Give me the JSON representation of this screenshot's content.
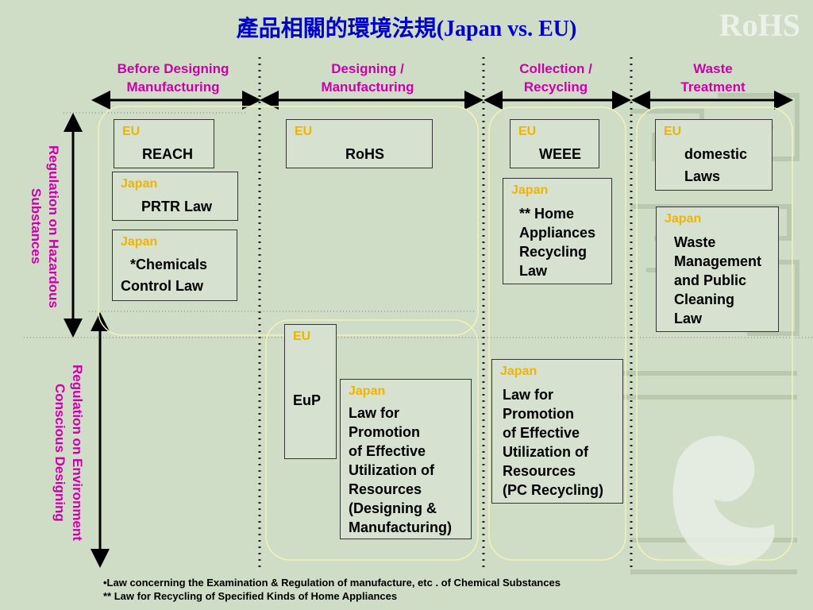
{
  "title": "產品相關的環境法規(Japan vs. EU)",
  "watermark": "RoHS",
  "phases": [
    {
      "line1": "Before Designing",
      "line2": "Manufacturing"
    },
    {
      "line1": "Designing /",
      "line2": "Manufacturing"
    },
    {
      "line1": "Collection /",
      "line2": "Recycling"
    },
    {
      "line1": "Waste",
      "line2": "Treatment"
    }
  ],
  "row_labels": {
    "hazardous_line1": "Regulation on Hazardous",
    "hazardous_line2": "Substances",
    "env_line1": "Regulation on Environment",
    "env_line2": "Conscious Designing"
  },
  "boxes": {
    "reach": {
      "tag": "EU",
      "text": "REACH"
    },
    "prtr": {
      "tag": "Japan",
      "text": "PRTR Law"
    },
    "chem": {
      "tag": "Japan",
      "line1": "*Chemicals",
      "line2": "Control Law"
    },
    "rohs": {
      "tag": "EU",
      "text": "RoHS"
    },
    "weee": {
      "tag": "EU",
      "text": "WEEE"
    },
    "home": {
      "tag": "Japan",
      "lines": [
        "** Home",
        "Appliances",
        "Recycling",
        "Law"
      ]
    },
    "domestic": {
      "tag": "EU",
      "line1": "domestic",
      "line2": "Laws"
    },
    "waste": {
      "tag": "Japan",
      "lines": [
        "Waste",
        "Management",
        "and Public",
        "Cleaning",
        "Law"
      ]
    },
    "eup": {
      "tag": "EU",
      "text": "EuP"
    },
    "resdesign": {
      "tag": "Japan",
      "lines": [
        "Law for",
        "Promotion",
        "of Effective",
        "Utilization of",
        "Resources",
        "(Designing &",
        "Manufacturing)"
      ]
    },
    "respc": {
      "tag": "Japan",
      "lines": [
        "Law for",
        "Promotion",
        "of Effective",
        "Utilization of",
        "Resources",
        "(PC Recycling)"
      ]
    }
  },
  "footnotes": [
    "•Law concerning the Examination & Regulation of manufacture, etc . of Chemical Substances",
    "** Law for Recycling of Specified Kinds of Home Appliances"
  ]
}
